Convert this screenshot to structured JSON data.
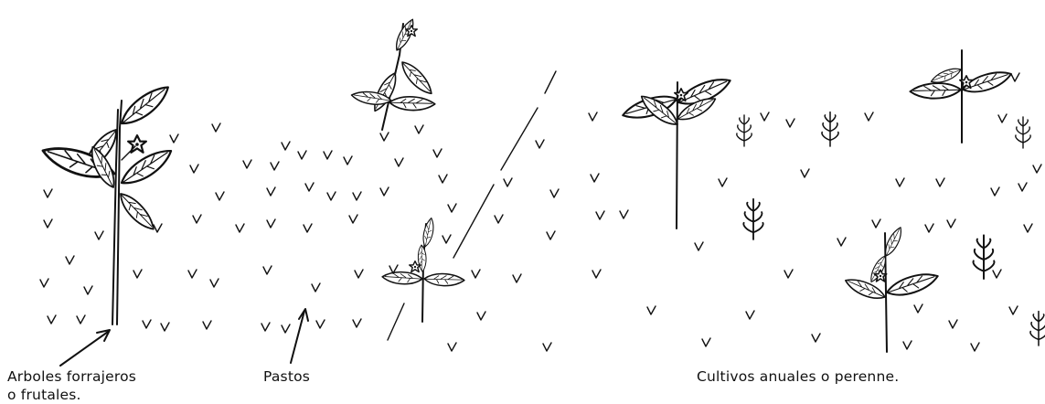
{
  "labels": {
    "trees_line1": "Arboles forrajeros",
    "trees_line2": "o frutales.",
    "pastures": "Pastos",
    "crops": "Cultivos anuales o perenne."
  }
}
